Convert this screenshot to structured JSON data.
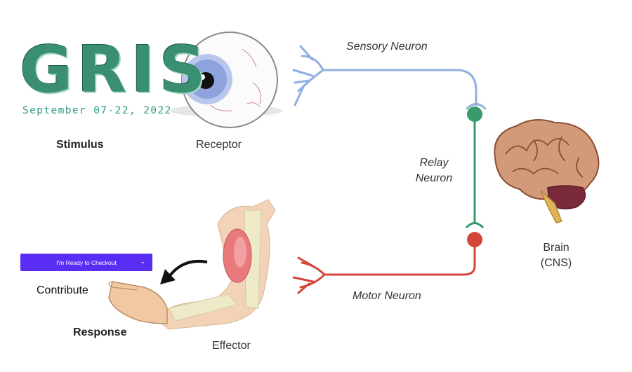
{
  "logo": {
    "text": "GRIS",
    "date": "September 07-22, 2022"
  },
  "labels": {
    "stimulus": "Stimulus",
    "receptor": "Receptor",
    "sensory_neuron": "Sensory Neuron",
    "relay_line1": "Relay",
    "relay_line2": "Neuron",
    "brain_line1": "Brain",
    "brain_line2": "(CNS)",
    "motor_neuron": "Motor Neuron",
    "effector": "Effector",
    "response": "Response"
  },
  "widgets": {
    "checkout_label": "I'm Ready to Checkout",
    "checkout_chevron": "⌄",
    "contribute_label": "Contribute"
  },
  "colors": {
    "sensory": "#8fb0e0",
    "relay": "#3a9a6a",
    "motor": "#d6453a",
    "checkout_bg": "#5a2df5",
    "logo": "#3a8f72"
  }
}
